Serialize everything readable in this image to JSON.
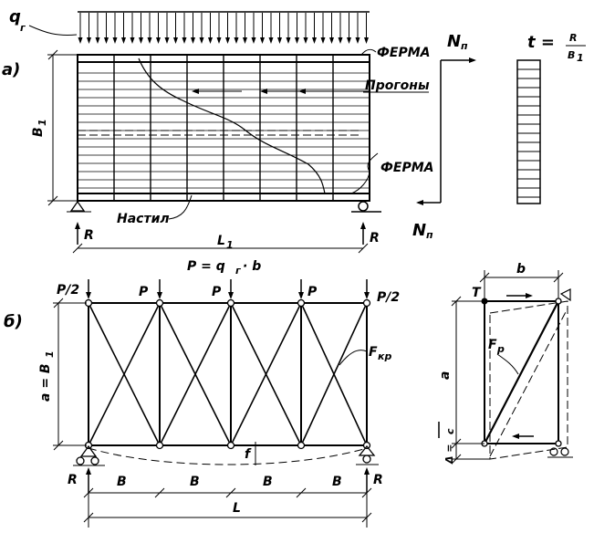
{
  "figure_a": {
    "panel_label": "а)",
    "load_label": "q",
    "load_sub": "г",
    "truss_top_label": "ФЕРМА",
    "purlins_label": "Прогоны",
    "truss_right_label": "ФЕРМА",
    "deck_label": "Настил",
    "height_label": "B",
    "height_sub": "1",
    "span_label": "L",
    "span_sub": "1",
    "reaction_left": "R",
    "reaction_right": "R",
    "force_top": "N",
    "force_top_sub": "п",
    "force_bottom": "N",
    "force_bottom_sub": "п",
    "shear_formula": "t = ",
    "shear_num": "R",
    "shear_den": "B",
    "shear_den_sub": "1"
  },
  "figure_b": {
    "panel_label": "б)",
    "top_formula": "P = q",
    "top_formula_sub": "г",
    "top_formula_tail": "· b",
    "load_half_left": "P/2",
    "load_half_right": "P/2",
    "load_mid": [
      "P",
      "P",
      "P"
    ],
    "height_label": "a = B",
    "height_sub": "1",
    "bay_labels": [
      "B",
      "B",
      "B",
      "B"
    ],
    "span_label": "L",
    "reaction_left": "R",
    "reaction_right": "R",
    "brace_label": "F",
    "brace_sub": "кр",
    "deflection_label": "f"
  },
  "figure_c": {
    "bay_label": "b",
    "force_T": "T",
    "brace_label": "F",
    "brace_sub": "р",
    "height_label": "a",
    "delta_label": "Δ = ",
    "delta_sub": "с"
  }
}
